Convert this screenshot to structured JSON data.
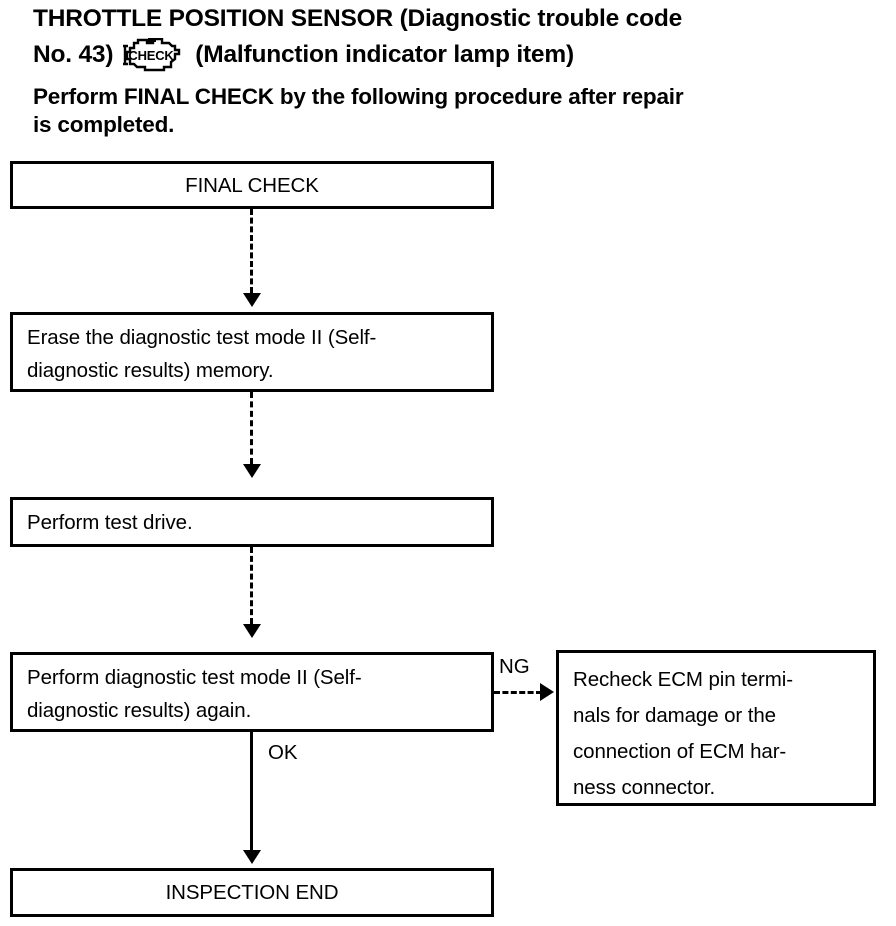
{
  "heading": {
    "title_part_1": "THROTTLE POSITION SENSOR (Diagnostic trouble code",
    "title_part_2a": "No. 43)",
    "title_part_2b": "(Malfunction indicator lamp item)",
    "subtitle_line_1": "Perform FINAL CHECK by the following procedure after repair",
    "subtitle_line_2": "is completed.",
    "mil_icon_label": "CHECK",
    "mil_icon_name": "check-engine-malfunction-indicator-lamp-icon"
  },
  "flowchart": {
    "nodes": [
      {
        "id": "final-check",
        "text": "FINAL CHECK",
        "align": "center"
      },
      {
        "id": "erase-memory",
        "text": "Erase the diagnostic test mode II (Self-\ndiagnostic results) memory.",
        "align": "left"
      },
      {
        "id": "test-drive",
        "text": "Perform test drive.",
        "align": "left"
      },
      {
        "id": "retest",
        "text": "Perform diagnostic test mode II (Self-\ndiagnostic results) again.",
        "align": "left"
      },
      {
        "id": "recheck-ecm",
        "text": "Recheck ECM pin termi-\nnals for damage or the\nconnection of ECM har-\nness connector.",
        "align": "left"
      },
      {
        "id": "inspection-end",
        "text": "INSPECTION END",
        "align": "center"
      }
    ],
    "branch_labels": {
      "ok": "OK",
      "ng": "NG"
    }
  },
  "colors": {
    "ink": "#000000",
    "paper": "#ffffff"
  }
}
